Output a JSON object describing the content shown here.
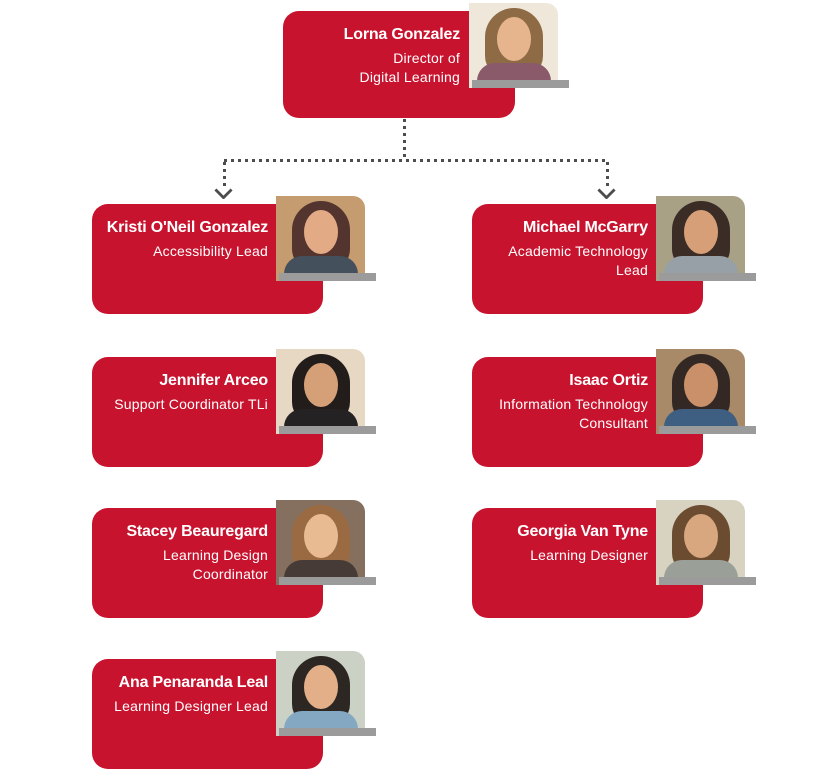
{
  "colors": {
    "card_red": "#C8132E",
    "text_white": "#FFFFFF",
    "photo_bar_gray": "#9B9B9B",
    "connector_gray": "#4D4D4D"
  },
  "cards": [
    {
      "name": "Lorna Gonzalez",
      "title_lines": [
        "Director of",
        "Digital Learning"
      ],
      "role": "root",
      "avatar": {
        "bg": "#EFE7DA",
        "hair": "#8F6B45",
        "skin": "#E7B58D",
        "shirt": "#8A5A6A"
      }
    },
    {
      "name": "Kristi O'Neil Gonzalez",
      "title_lines": [
        "Accessibility Lead"
      ],
      "role": "report",
      "avatar": {
        "bg": "#C59C6F",
        "hair": "#54342E",
        "skin": "#E2AA85",
        "shirt": "#44505C"
      }
    },
    {
      "name": "Michael McGarry",
      "title_lines": [
        "Academic Technology",
        "Lead"
      ],
      "role": "report",
      "avatar": {
        "bg": "#A8A186",
        "hair": "#3B2D26",
        "skin": "#D79F78",
        "shirt": "#97A0A6"
      }
    },
    {
      "name": "Jennifer Arceo",
      "title_lines": [
        "Support Coordinator TLi"
      ],
      "role": "report",
      "avatar": {
        "bg": "#E7D8C3",
        "hair": "#221C1A",
        "skin": "#D5A077",
        "shirt": "#242222"
      }
    },
    {
      "name": "Isaac Ortiz",
      "title_lines": [
        "Information Technology",
        "Consultant"
      ],
      "role": "report",
      "avatar": {
        "bg": "#A88A68",
        "hair": "#332823",
        "skin": "#C9906A",
        "shirt": "#3E5F82"
      }
    },
    {
      "name": "Stacey Beauregard",
      "title_lines": [
        "Learning Design",
        "Coordinator"
      ],
      "role": "report",
      "avatar": {
        "bg": "#85705F",
        "hair": "#9A6A42",
        "skin": "#E8BB93",
        "shirt": "#463B37"
      }
    },
    {
      "name": "Georgia Van Tyne",
      "title_lines": [
        "Learning Designer"
      ],
      "role": "report",
      "avatar": {
        "bg": "#D8D3C0",
        "hair": "#6B4C31",
        "skin": "#D8A67F",
        "shirt": "#9AA098"
      }
    },
    {
      "name": "Ana Penaranda Leal",
      "title_lines": [
        "Learning Designer Lead"
      ],
      "role": "report",
      "avatar": {
        "bg": "#CCD1C6",
        "hair": "#2D2723",
        "skin": "#E2AF88",
        "shirt": "#84A7C2"
      }
    }
  ]
}
